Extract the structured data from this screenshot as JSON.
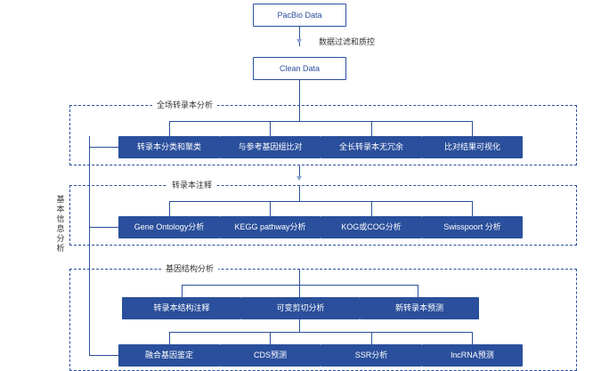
{
  "diagram": {
    "title_nodes": {
      "pacbio": "PacBio Data",
      "clean": "Clean Data"
    },
    "step_note": "数据过滤和质控",
    "groups": [
      {
        "title": "全场转录本分析"
      },
      {
        "title": "转录本注释"
      },
      {
        "title": "基因结构分析"
      }
    ],
    "side_label": "基本信息分析",
    "row_full_length": [
      "转录本分类和聚类",
      "与参考基因组比对",
      "全长转录本无冗余",
      "比对结果可视化"
    ],
    "row_annotation": [
      "Gene Ontology分析",
      "KEGG pathway分析",
      "KOG或COG分析",
      "Swisspoort 分析"
    ],
    "row_structure_1": [
      "转录本结构注释",
      "可变剪切分析",
      "新转录本预测"
    ],
    "row_structure_2": [
      "融合基因鉴定",
      "CDS预测",
      "SSR分析",
      "lncRNA预测"
    ],
    "colors": {
      "accent": "#2a4f9c",
      "outline": "#2b4f9e",
      "text": "#333333",
      "arrow_light": "#8aa2ce"
    }
  }
}
